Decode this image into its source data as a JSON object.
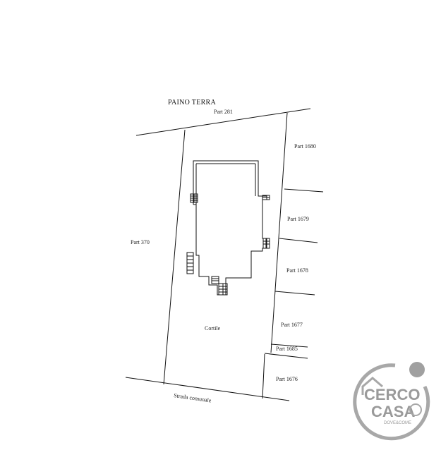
{
  "title": "PAINO TERRA",
  "parcels": {
    "north": "Part 281",
    "west": "Part 370",
    "e1": "Part 1680",
    "e2": "Part 1679",
    "e3": "Part 1678",
    "e4": "Part 1677",
    "e5": "Part 1685",
    "e6": "Part 1676"
  },
  "courtyard": "Cortile",
  "road": "Strada comunale",
  "watermark": {
    "line1": "CERCO",
    "line2": "CASA",
    "tagline": "DOVE&COME",
    "color": "#9a9a9a"
  }
}
